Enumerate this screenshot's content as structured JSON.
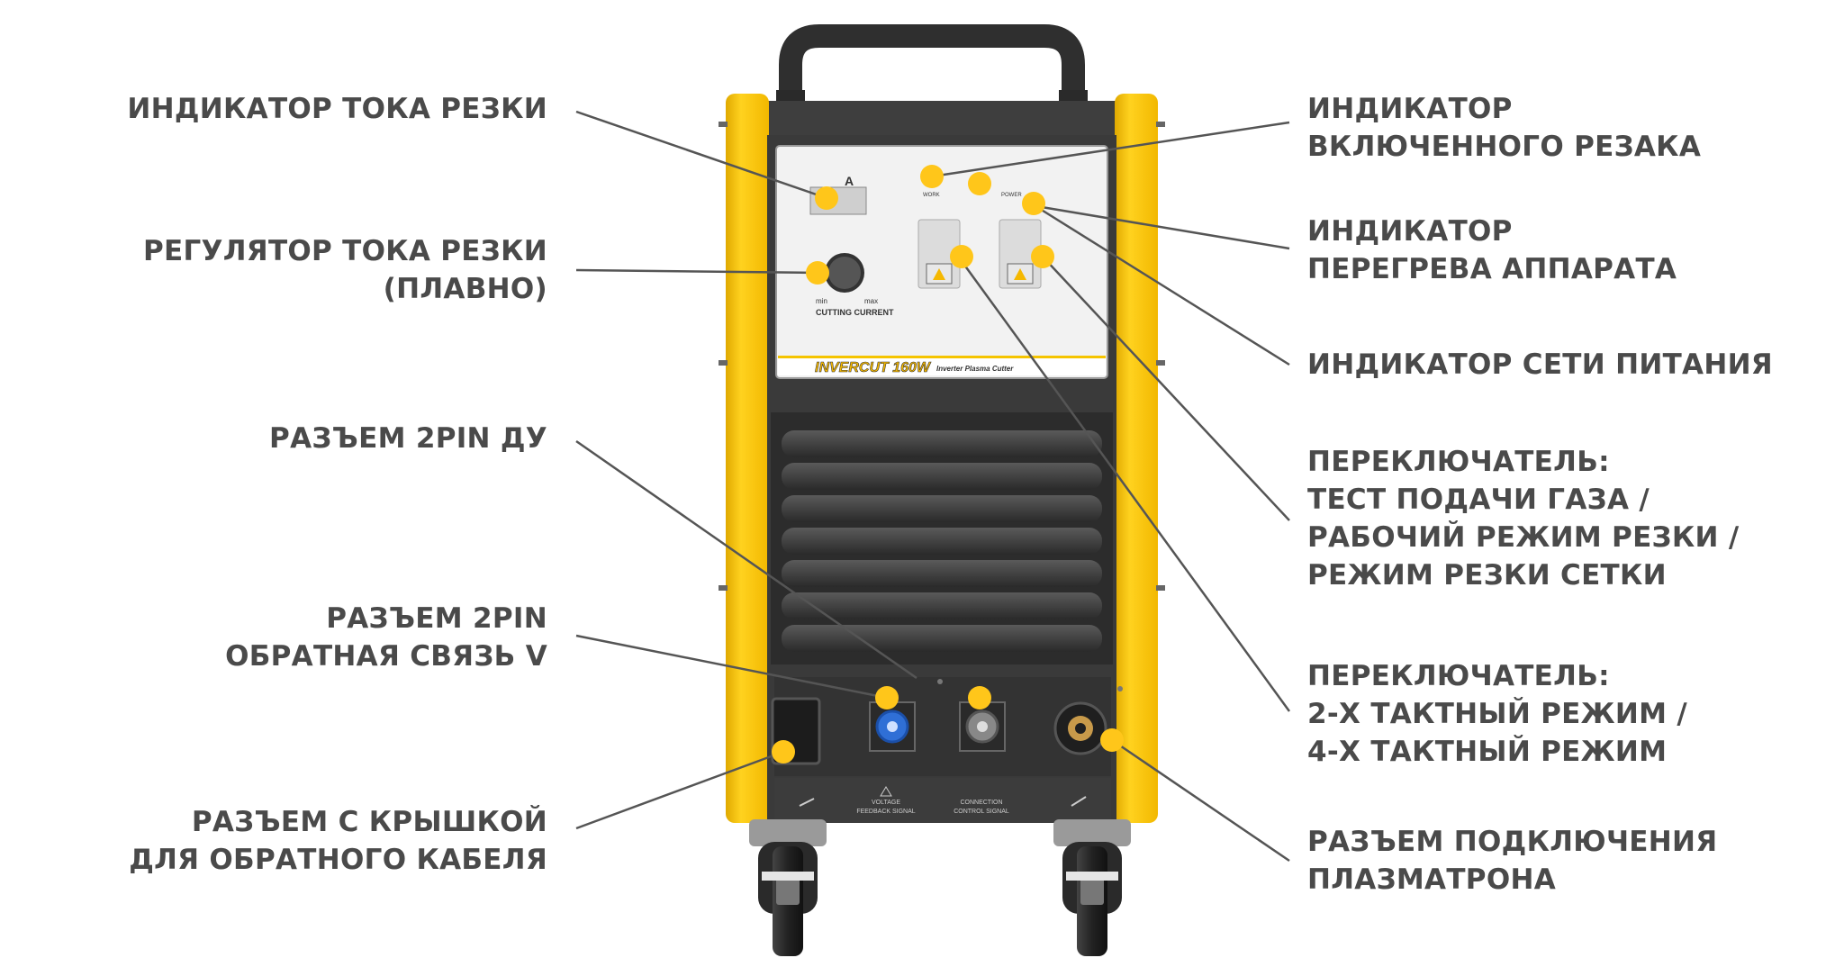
{
  "machine": {
    "model_label": "INVERCUT 160W",
    "subtitle": "Inverter Plasma Cutter",
    "panel": {
      "amp_unit": "A",
      "min_label": "min",
      "max_label": "max",
      "knob_label": "CUTTING CURRENT",
      "work_label": "WORK",
      "power_label": "POWER"
    },
    "bottom_panel": {
      "voltage_feedback": [
        "VOLTAGE",
        "FEEDBACK SIGNAL"
      ],
      "connection_control": [
        "CONNECTION",
        "CONTROL SIGNAL"
      ]
    }
  },
  "callouts": {
    "left": [
      {
        "id": "cutting-current-indicator",
        "lines": [
          "ИНДИКАТОР ТОКА РЕЗКИ"
        ]
      },
      {
        "id": "cutting-current-regulator",
        "lines": [
          "РЕГУЛЯТОР ТОКА РЕЗКИ",
          "(ПЛАВНО)"
        ]
      },
      {
        "id": "2pin-remote-connector",
        "lines": [
          "РАЗЪЕМ 2PIN ДУ"
        ]
      },
      {
        "id": "2pin-feedback-connector",
        "lines": [
          "РАЗЪЕМ 2PIN",
          "ОБРАТНАЯ СВЯЗЬ V"
        ]
      },
      {
        "id": "return-cable-connector",
        "lines": [
          "РАЗЪЕМ С КРЫШКОЙ",
          "ДЛЯ ОБРАТНОГО КАБЕЛЯ"
        ]
      }
    ],
    "right": [
      {
        "id": "torch-on-indicator",
        "lines": [
          "ИНДИКАТОР",
          "ВКЛЮЧЕННОГО РЕЗАКА"
        ]
      },
      {
        "id": "overheat-indicator",
        "lines": [
          "ИНДИКАТОР",
          "ПЕРЕГРЕВА АППАРАТА"
        ]
      },
      {
        "id": "mains-indicator",
        "lines": [
          "ИНДИКАТОР СЕТИ ПИТАНИЯ"
        ]
      },
      {
        "id": "mode-switch-gas",
        "lines": [
          "ПЕРЕКЛЮЧАТЕЛЬ:",
          "ТЕСТ ПОДАЧИ ГАЗА /",
          "РАБОЧИЙ РЕЖИМ РЕЗКИ /",
          "РЕЖИМ РЕЗКИ СЕТКИ"
        ]
      },
      {
        "id": "trigger-mode-switch",
        "lines": [
          "ПЕРЕКЛЮЧАТЕЛЬ:",
          "2-Х ТАКТНЫЙ РЕЖИМ /",
          "4-Х ТАКТНЫЙ РЕЖИМ"
        ]
      },
      {
        "id": "torch-connector",
        "lines": [
          "РАЗЪЕМ ПОДКЛЮЧЕНИЯ",
          "ПЛАЗМАТРОНА"
        ]
      }
    ]
  },
  "colors": {
    "accent_yellow": "#f5c400",
    "marker_yellow": "#ffc61a",
    "body_dark": "#3a3a3a",
    "leader_line": "#555555",
    "label_text": "#4a4a4a"
  }
}
